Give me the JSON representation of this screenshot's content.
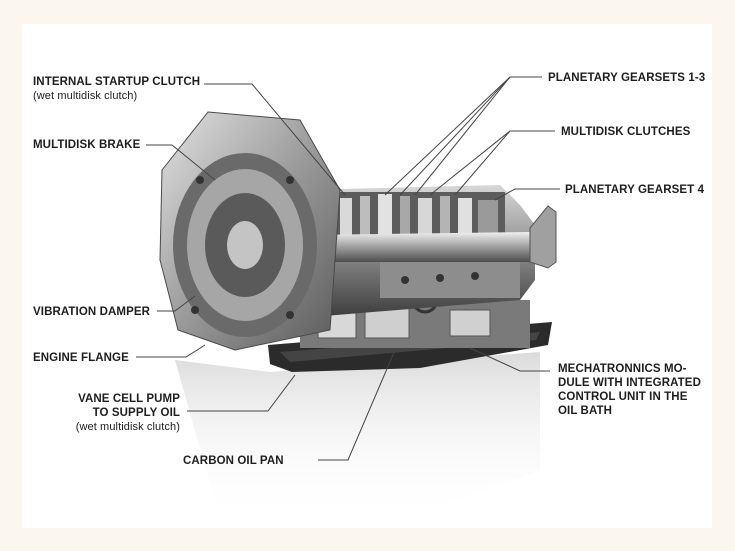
{
  "labels": {
    "internal_startup_clutch": "INTERNAL STARTUP CLUTCH",
    "internal_startup_clutch_sub": "(wet multidisk clutch)",
    "multidisk_brake": "MULTIDISK BRAKE",
    "vibration_damper": "VIBRATION DAMPER",
    "engine_flange": "ENGINE FLANGE",
    "vane_cell_pump_1": "VANE CELL PUMP",
    "vane_cell_pump_2": "TO SUPPLY OIL",
    "vane_cell_pump_sub": "(wet multidisk clutch)",
    "carbon_oil_pan": "CARBON OIL PAN",
    "planetary_gearsets_1_3": "PLANETARY GEARSETS 1-3",
    "multidisk_clutches": "MULTIDISK CLUTCHES",
    "planetary_gearset_4": "PLANETARY GEARSET 4",
    "mechatronics_1": "MECHATRONNICS MO-",
    "mechatronics_2": "DULE WITH INTEGRATED",
    "mechatronics_3": "CONTROL UNIT IN THE",
    "mechatronics_4": "OIL BATH"
  },
  "colors": {
    "background": "#fbf7ef",
    "panel": "#ffffff",
    "text": "#1e1e1e",
    "leader_line": "#444444",
    "housing_light": "#bdbdbd",
    "housing_dark": "#4a4a4a",
    "pan": "#2a2a2a"
  }
}
